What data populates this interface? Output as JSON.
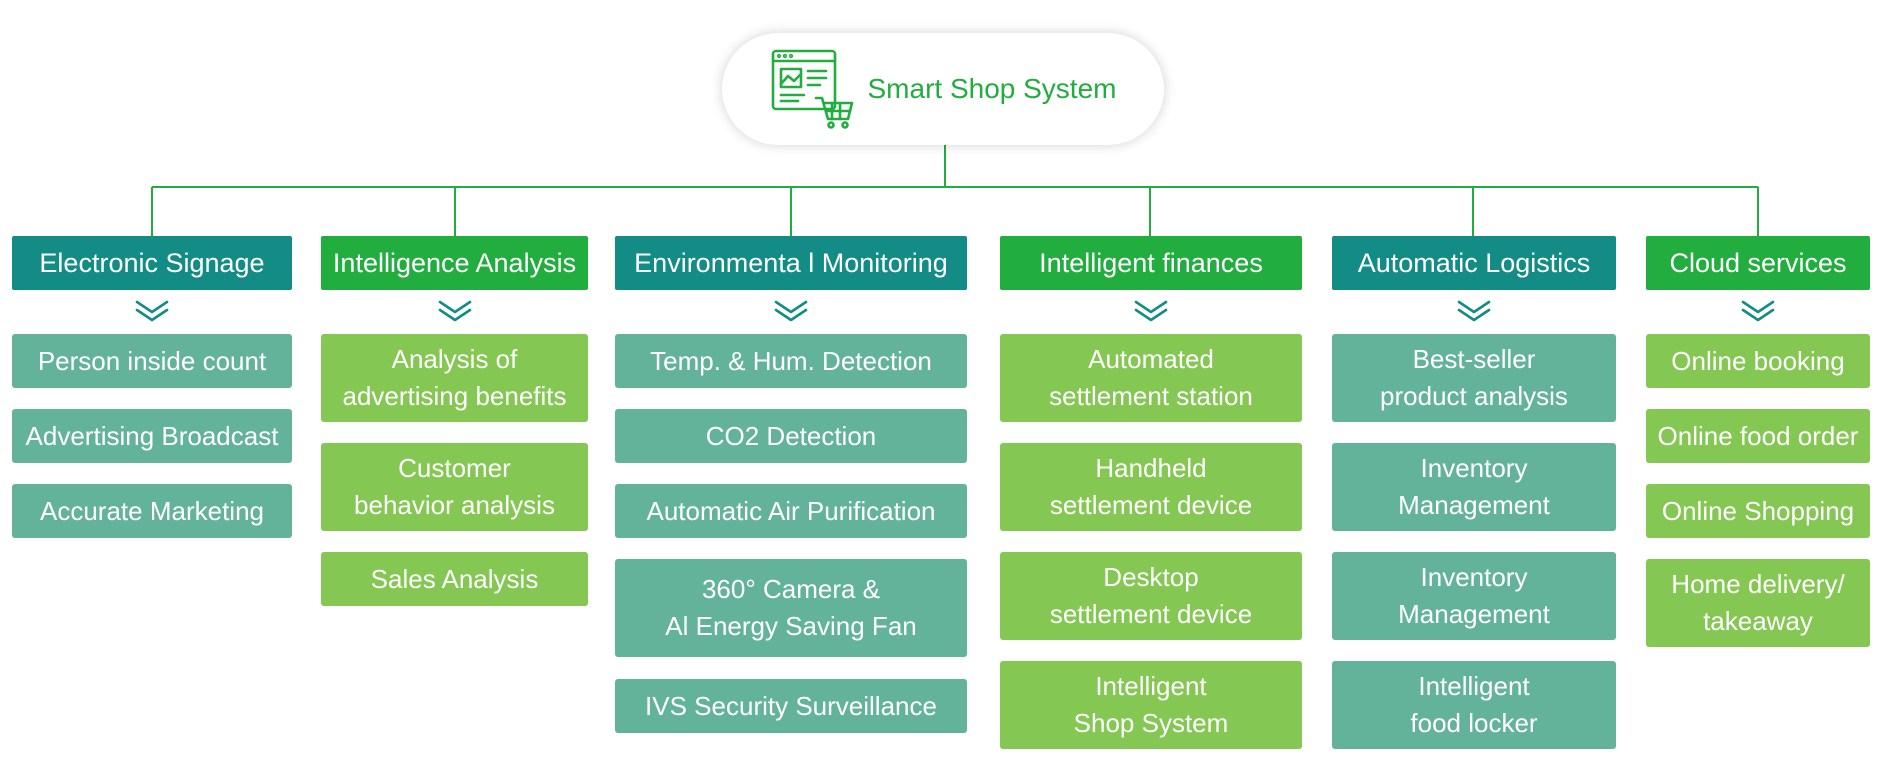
{
  "root": {
    "title": "Smart Shop System",
    "icon": "shop-screen-cart-icon"
  },
  "colors": {
    "line": "#22ad3f",
    "teal_header": "#128c85",
    "green_header": "#22ad3f",
    "teal_item": "#63b39b",
    "green_item": "#84c752",
    "chevron": "#128c85"
  },
  "columns": [
    {
      "title": "Electronic Signage",
      "items": [
        "Person inside count",
        "Advertising Broadcast",
        "Accurate Marketing"
      ]
    },
    {
      "title": "Intelligence Analysis",
      "items": [
        "Analysis of\nadvertising benefits",
        "Customer\nbehavior analysis",
        "Sales Analysis"
      ]
    },
    {
      "title": "Environmenta l Monitoring",
      "items": [
        "Temp. & Hum. Detection",
        "CO2 Detection",
        "Automatic Air Purification",
        "360° Camera &\nAl Energy Saving Fan",
        "IVS Security Surveillance"
      ]
    },
    {
      "title": "Intelligent finances",
      "items": [
        "Automated\nsettlement station",
        "Handheld\nsettlement device",
        "Desktop\nsettlement device",
        "Intelligent\nShop System"
      ]
    },
    {
      "title": "Automatic Logistics",
      "items": [
        "Best-seller\nproduct analysis",
        "Inventory\nManagement",
        "Inventory\nManagement",
        "Intelligent\nfood locker"
      ]
    },
    {
      "title": "Cloud services",
      "items": [
        "Online booking",
        "Online food order",
        "Online Shopping",
        "Home delivery/\ntakeaway"
      ]
    }
  ]
}
